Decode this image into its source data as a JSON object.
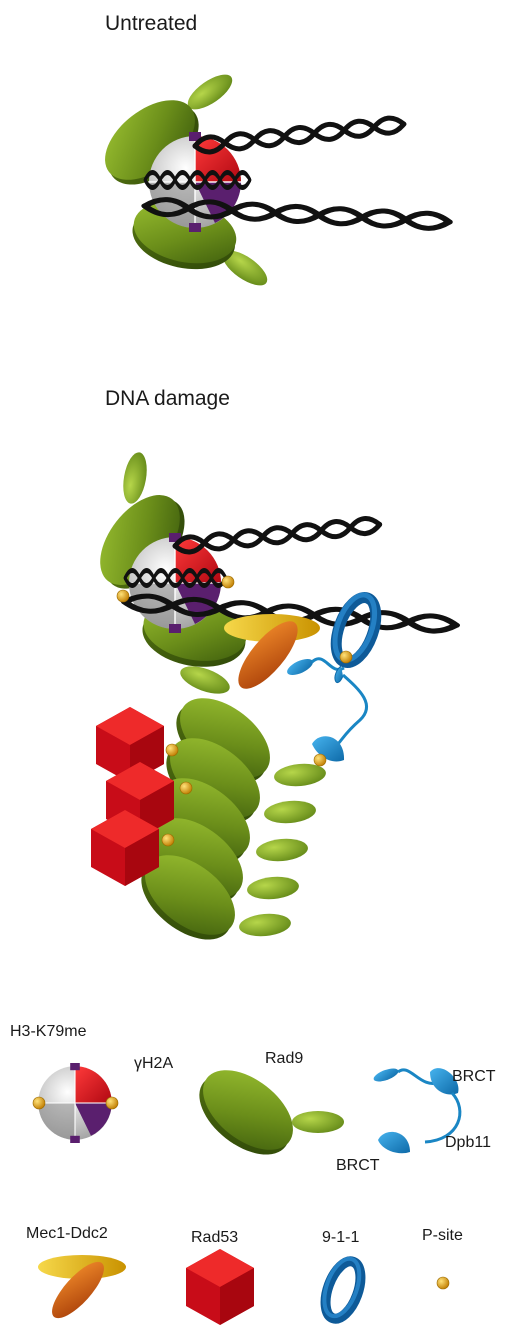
{
  "panels": {
    "untreated_title": "Untreated",
    "damage_title": "DNA damage"
  },
  "legend": {
    "h3k79me": "H3-K79me",
    "gh2a": "γH2A",
    "rad9": "Rad9",
    "brct_top": "BRCT",
    "brct_bottom": "BRCT",
    "dpb11": "Dpb11",
    "mec1": "Mec1-Ddc2",
    "rad53": "Rad53",
    "nine11": "9-1-1",
    "psite": "P-site"
  },
  "colors": {
    "rad9_green": "#6b8e1a",
    "nucleosome_red": "#d0102a",
    "nucleosome_purple": "#5a1f6e",
    "dna_black": "#111111",
    "dpb11_blue": "#1a86c4",
    "ring_blue": "#1565a8",
    "rad53_red": "#d8101e",
    "mec1_yellow": "#e2b010",
    "mec1_orange": "#cc5a12",
    "psite_gold": "#e0a012"
  }
}
